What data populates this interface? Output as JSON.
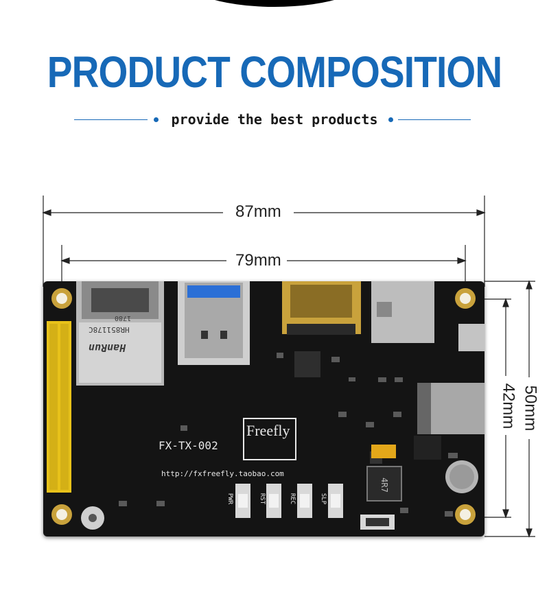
{
  "header": {
    "title": "PRODUCT COMPOSITION",
    "subtitle": "provide the best products"
  },
  "dimensions": {
    "overall_length": "87mm",
    "hole_spacing_length": "79mm",
    "overall_width": "50mm",
    "hole_spacing_width": "42mm"
  },
  "board": {
    "model": "FX-TX-002",
    "brand_logo": "Freefly",
    "url": "http://fxfreefly.taobao.com",
    "rj45_label_brand": "HanRun",
    "rj45_label_part": "HR851178C",
    "rj45_label_code": "1780",
    "button_labels": [
      "PWR",
      "RST",
      "REC",
      "SLP"
    ],
    "inductor_mark": "4R7",
    "colors": {
      "pcb": "#141414",
      "header_pins": "#e8c21a",
      "gold": "#c9a23c",
      "usb_blue": "#2b6fd6"
    }
  }
}
